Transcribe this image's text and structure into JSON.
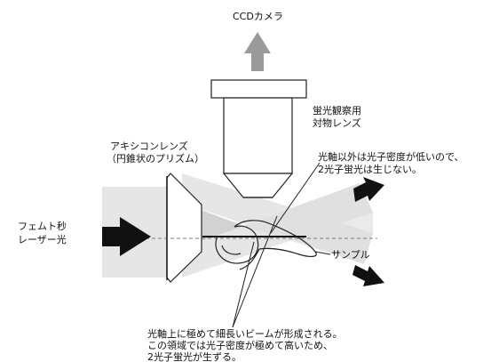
{
  "labels": {
    "camera": "CCDカメラ",
    "objective_line1": "蛍光観察用",
    "objective_line2": "対物レンズ",
    "axicon_line1": "アキシコンレンズ",
    "axicon_line2": "（円錐状のプリズム）",
    "laser_line1": "フェムト秒",
    "laser_line2": "レーザー光",
    "note_top_line1": "光軸以外は光子密度が低いので、",
    "note_top_line2": "2光子蛍光は生じない。",
    "sample": "サンプル",
    "note_bottom_line1": "光軸上に極めて細長いビームが形成される。",
    "note_bottom_line2": "この領域では光子密度が極めて高いため、",
    "note_bottom_line3": "2光子蛍光が生ずる。"
  },
  "colors": {
    "beam_light": "#e6e6e6",
    "beam_overlap": "#d2d2d2",
    "emission_arrow": "#9a9a9a",
    "arrow_dark": "#111111",
    "outline": "#222222"
  }
}
